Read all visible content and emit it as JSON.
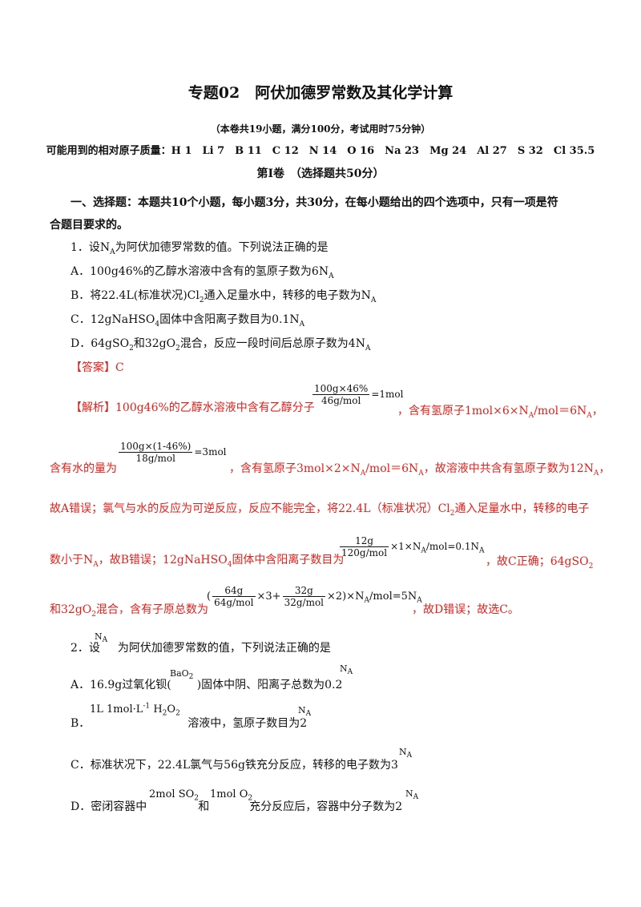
{
  "title": "专题02　阿伏加德罗常数及其化学计算",
  "subtitle": "（本卷共19小题，满分100分，考试用时75分钟）",
  "atomic_masses": "可能用到的相对原子质量：H 1　Li 7　B 11　C 12　N 14　O 16　Na 23　Mg 24　Al 27　S 32　Cl 35.5",
  "section_title": "第I卷　（选择题共50分）",
  "part1_line1": "一、选择题：本题共10个小题，每小题3分，共30分，在每小题给出的四个选项中，只有一项是符",
  "part1_line2": "合题目要求的。",
  "q1": {
    "stem": "1．设N",
    "stem_sub": "A",
    "stem_end": "为阿伏加德罗常数的值。下列说法正确的是",
    "optA": "A．100g46%的乙醇水溶液中含有的氢原子数为6N",
    "optB": "B．将22.4L(标准状况)Cl",
    "optB_end": "通入足量水中，转移的电子数为N",
    "optC": "C．12gNaHSO",
    "optC_end": "固体中含阳离子数目为0.1N",
    "optD": "D．64gSO",
    "optD_mid": "和32gO",
    "optD_end": "混合，反应一段时间后总原子数为4N",
    "answer": "【答案】C",
    "exp_label": "【解析】",
    "exp1_a": "100g46%的乙醇水溶液中含有乙醇分子",
    "exp1_b": "，含有氢原子1mol×6×N",
    "exp1_c": "/mol＝6N",
    "exp1_d": "，",
    "frac1_num": "100g×46%",
    "frac1_den": "46g/mol",
    "frac1_res": "=1mol",
    "exp2_a": "含有水的量为",
    "frac2_num": "100g×(1-46%)",
    "frac2_den": "18g/mol",
    "frac2_res": "=3mol",
    "exp2_b": "，含有氢原子3mol×2×N",
    "exp2_c": "/mol＝6N",
    "exp2_d": "，故溶液中共含有氢原子数为12N",
    "exp2_e": "，",
    "exp3": "故A错误；氯气与水的反应为可逆反应，反应不能完全，将22.4L（标准状况）Cl",
    "exp3_end": "通入足量水中，转移的电子",
    "exp4_a": "数小于N",
    "exp4_b": "，故B错误；12gNaHSO",
    "exp4_c": "固体中含阳离子数目为",
    "frac3_num": "12g",
    "frac3_den": "120g/mol",
    "frac3_res": "×1×N",
    "frac3_res2": "/mol=0.1N",
    "exp4_d": "，故C正确；64gSO",
    "exp5_a": "和32gO",
    "exp5_b": "混合，含有子原总数为",
    "frac4_pre": "(",
    "frac4a_num": "64g",
    "frac4a_den": "64g/mol",
    "frac4_mid": "×3+",
    "frac4b_num": "32g",
    "frac4b_den": "32g/mol",
    "frac4_post": "×2)×N",
    "frac4_post2": "/mol=5N",
    "exp5_c": "，故D错误；故选C。"
  },
  "q2": {
    "stem_a": "2．设",
    "stem_na": "N",
    "stem_b": "为阿伏加德罗常数的值，下列说法正确的是",
    "optA_a": "A．16.9g过氧化钡(",
    "optA_chem": "BaO",
    "optA_b": ")固体中阴、阳离子总数为0.2",
    "optB_label": "B．",
    "optB_chem": "1L 1mol·L",
    "optB_chem2": "H",
    "optB_chem3": "O",
    "optB_b": "溶液中，氢原子数目为2",
    "optC_a": "C．标准状况下，22.4L氯气与56g铁充分反应，转移的电子数为3",
    "optD_a": "D．密闭容器中",
    "optD_chem1": "2mol SO",
    "optD_mid": "和",
    "optD_chem2": "1mol O",
    "optD_b": "充分反应后，容器中分子数为2",
    "na_symbol": "N",
    "na_sub": "A",
    "sub2": "2",
    "sub4": "4",
    "sup_neg1": "-1"
  }
}
